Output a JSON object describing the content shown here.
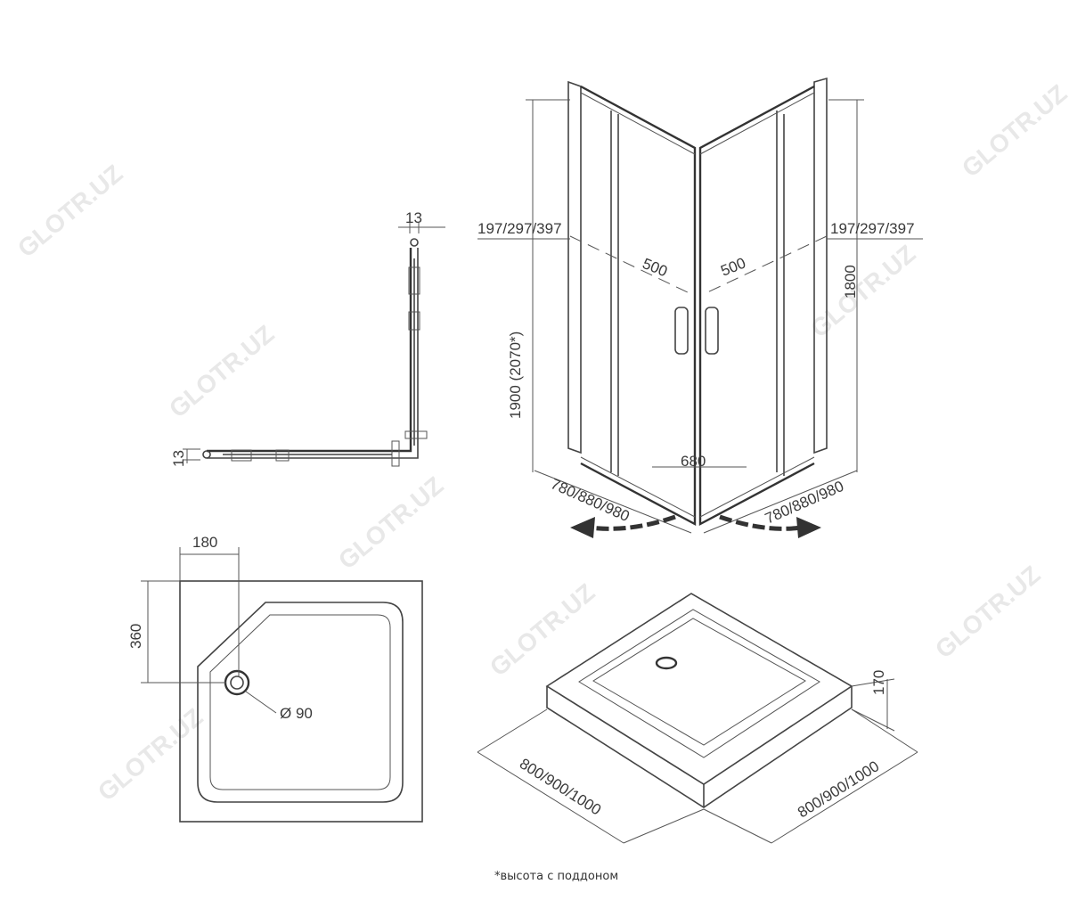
{
  "watermark": "GLOTR.UZ",
  "dimensions": {
    "profile_top_13": "13",
    "profile_side_13": "13",
    "panel_left_197": "197/297/397",
    "panel_right_197": "197/297/397",
    "door_left_500": "500",
    "door_right_500": "500",
    "height_1900": "1900 (2070*)",
    "height_1800": "1800",
    "opening_680": "680",
    "depth_left": "780/880/980",
    "depth_right": "780/880/980",
    "tray_drain_offset_x": "180",
    "tray_drain_offset_y": "360",
    "drain_diameter": "Ø 90",
    "tray_height": "170",
    "tray_width_left": "800/900/1000",
    "tray_width_right": "800/900/1000"
  },
  "footnote": "*высота с поддоном",
  "colors": {
    "lines": "#444444",
    "watermark": "#e8e8e8",
    "text": "#3a3a3a"
  }
}
